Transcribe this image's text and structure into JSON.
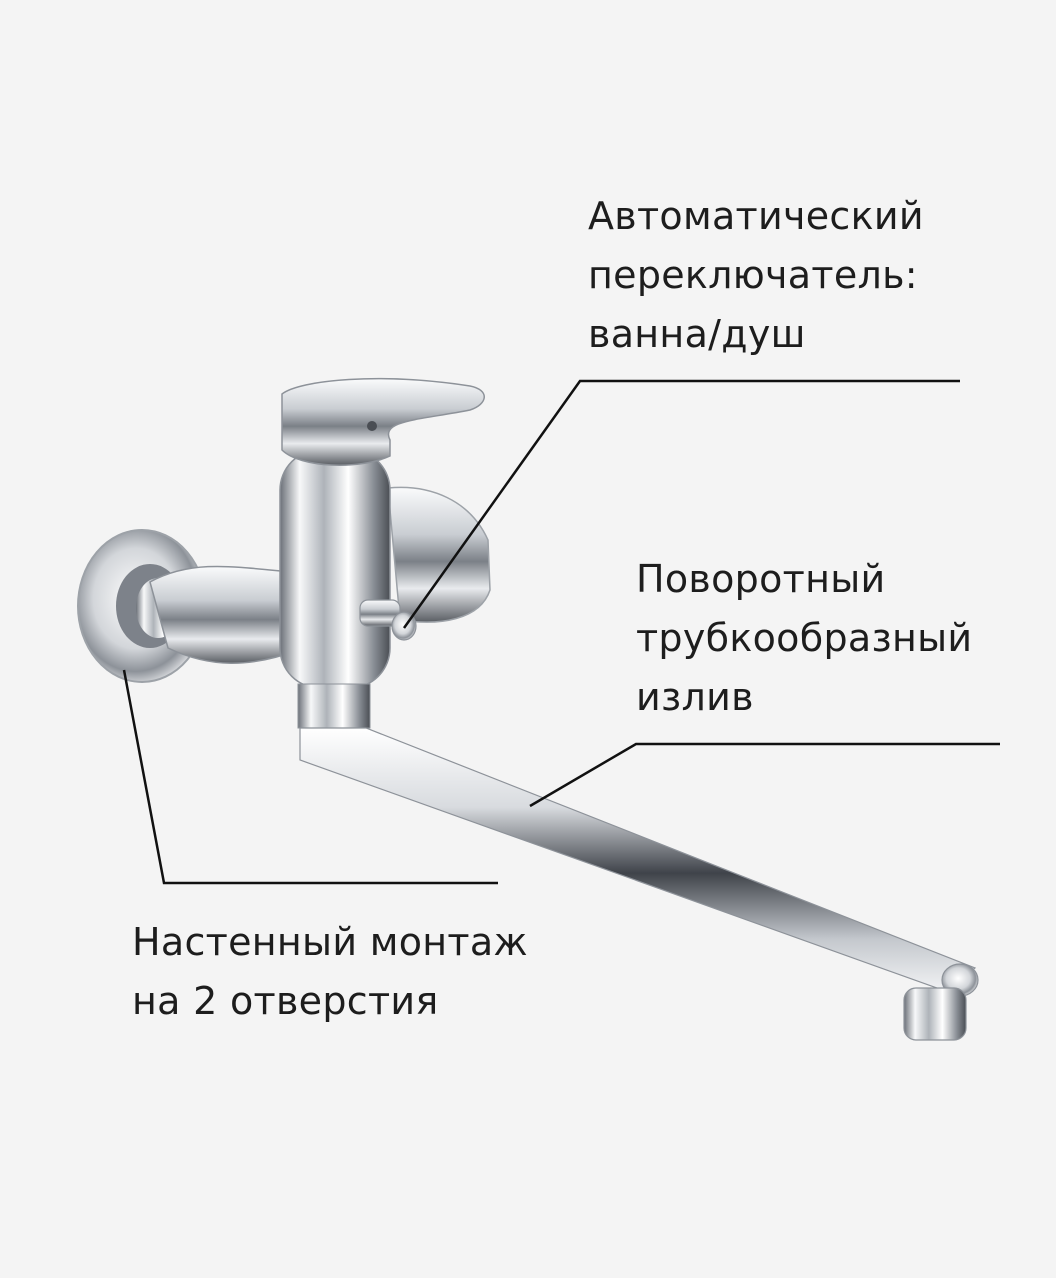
{
  "callouts": {
    "diverter": [
      "Автоматический",
      "переключатель:",
      "ванна/душ"
    ],
    "spout": [
      "Поворотный",
      "трубкообразный",
      "излив"
    ],
    "mount": [
      "Настенный монтаж",
      "на 2 отверстия"
    ]
  },
  "colors": {
    "background": "#f4f4f4",
    "text": "#1d1d1d",
    "leader_line": "#111111",
    "chrome_light": "#fafafa",
    "chrome_mid": "#b8bcc2",
    "chrome_dark": "#3c4046"
  }
}
